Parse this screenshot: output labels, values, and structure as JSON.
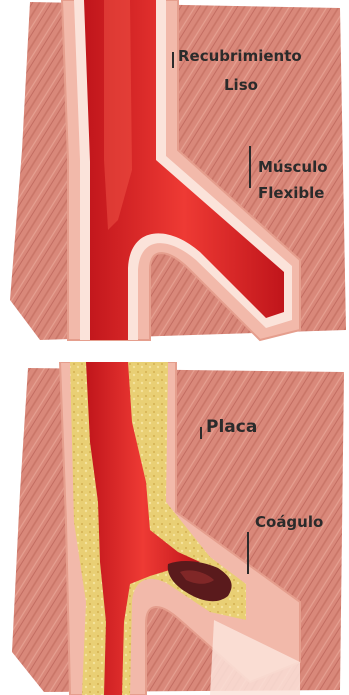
{
  "top_panel": {
    "label_smooth": [
      "Recubrimiento",
      "Liso"
    ],
    "label_muscle": [
      "Músculo",
      "Flexible"
    ]
  },
  "bottom_panel": {
    "label_plaque": "Placa",
    "label_clot": "Coágulo"
  },
  "colors": {
    "muscle": "#d9887a",
    "muscle_dark": "#c36d62",
    "wall": "#f2b9aa",
    "lining": "#fbe3da",
    "blood": "#e4252b",
    "blood_dark": "#b8141b",
    "plaque": "#e9cf74",
    "clot": "#5a1a1c"
  }
}
